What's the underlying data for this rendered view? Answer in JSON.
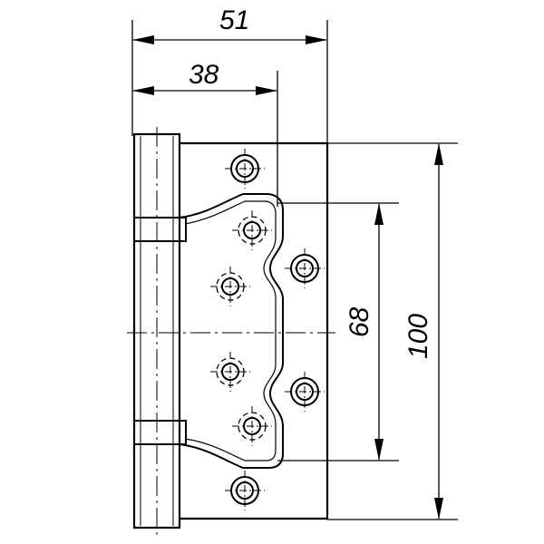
{
  "dimensions": {
    "overall_width": "51",
    "leaf_width": "38",
    "cutout_height": "68",
    "overall_height": "100"
  },
  "colors": {
    "stroke": "#000000",
    "background": "#ffffff"
  }
}
